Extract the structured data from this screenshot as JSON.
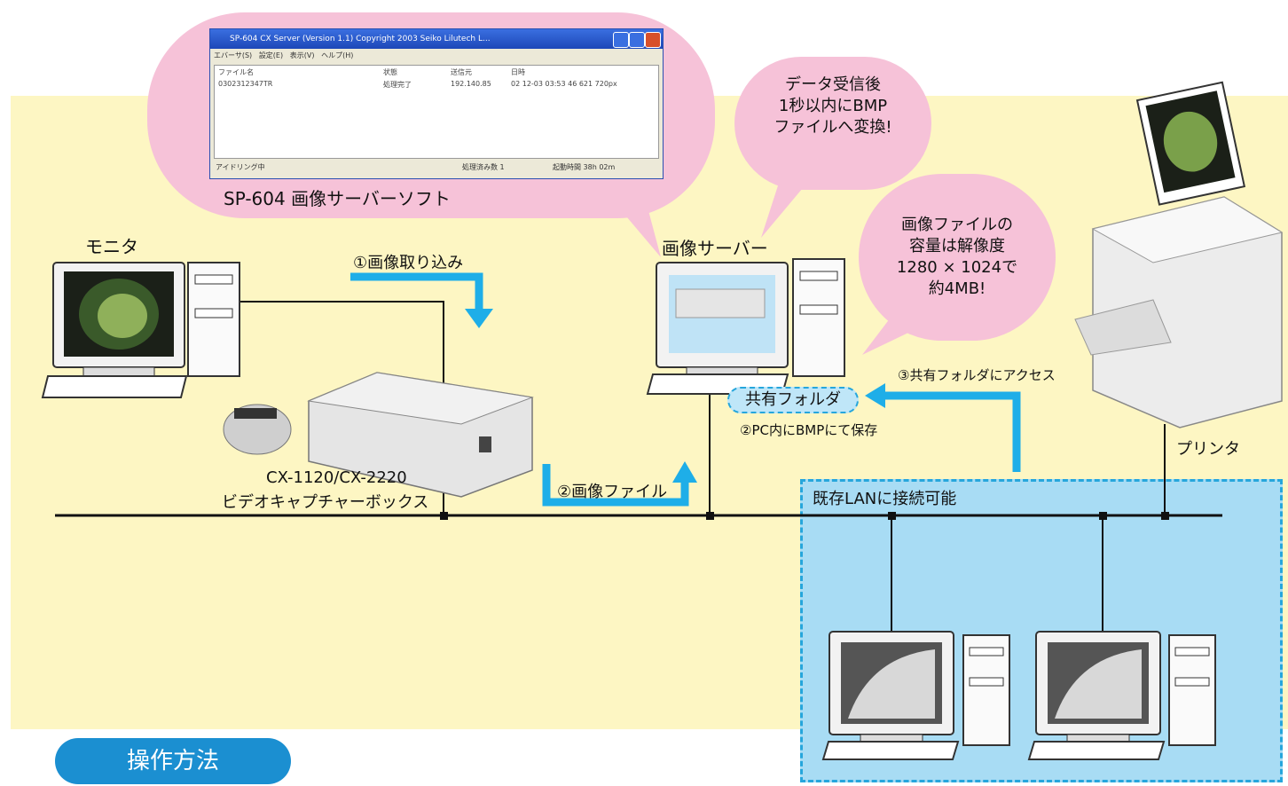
{
  "window": {
    "title": "SP-604 CX Server (Version 1.1) Copyright 2003 Seiko Lilutech L...",
    "menu": [
      "エバーサ(S)",
      "設定(E)",
      "表示(V)",
      "ヘルプ(H)"
    ],
    "columns": [
      "ファイル名",
      "状態",
      "送信元",
      "日時"
    ],
    "row": [
      "0302312347TR",
      "処理完了",
      "192.140.85",
      "02 12-03 03:53 46 621 720px"
    ],
    "status_left": "アイドリング中",
    "status_count": "処理済み数 1",
    "status_time": "起動時間 38h 02m"
  },
  "labels": {
    "software": "SP-604 画像サーバーソフト",
    "bubble_data": [
      "データ受信後",
      "1秒以内にBMP",
      "ファイルへ変換!"
    ],
    "bubble_size": [
      "画像ファイルの",
      "容量は解像度",
      "1280 × 1024で",
      "約4MB!"
    ],
    "monitor": "モニタ",
    "step1": "①画像取り込み",
    "image_server": "画像サーバー",
    "capture_model": "CX-1120/CX-2220",
    "capture_name": "ビデオキャプチャーボックス",
    "step2_file": "②画像ファイル",
    "shared_folder": "共有フォルダ",
    "step2_save": "②PC内にBMPにて保存",
    "step3": "③共有フォルダにアクセス",
    "printer": "プリンタ",
    "lan": "既存LANに接続可能",
    "op_method": "操作方法"
  },
  "colors": {
    "background_zone": "#fdf6c3",
    "lan_zone": "#a8dcf4",
    "bubble": "#f6c2d8",
    "arrow": "#1eaee8",
    "button": "#1b8fd1"
  }
}
